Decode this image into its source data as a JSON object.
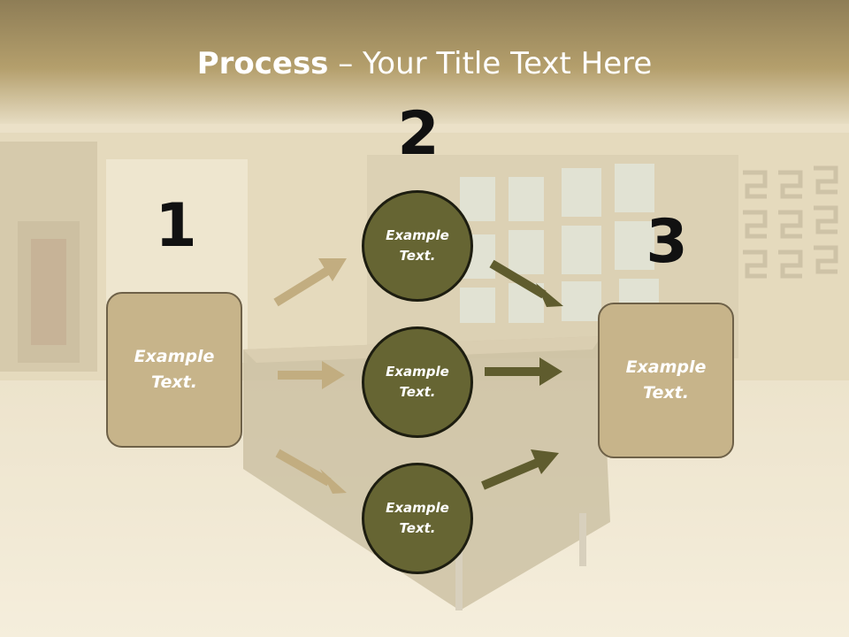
{
  "title": {
    "bold": "Process",
    "rest": " – Your Title Text Here"
  },
  "steps": [
    {
      "number": "1",
      "text": "Example Text."
    },
    {
      "number": "2",
      "circles": [
        "Example Text.",
        "Example Text.",
        "Example Text."
      ]
    },
    {
      "number": "3",
      "text": "Example Text."
    }
  ],
  "colors": {
    "box_fill": "#c7b48a",
    "box_border": "#6e6148",
    "circle_fill": "#666533",
    "arrow_light": "#c2ad80",
    "arrow_dark": "#5f5c2e"
  }
}
